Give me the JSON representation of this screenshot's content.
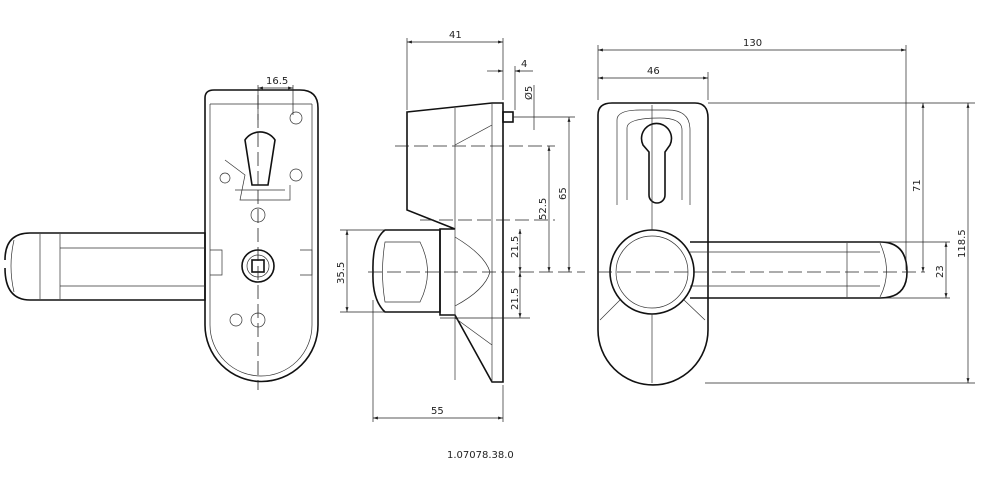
{
  "drawing": {
    "part_number": "1.07078.38.0",
    "back_view": {
      "dims": {
        "cylinder_offset": "16.5"
      }
    },
    "side_view": {
      "dims": {
        "depth": "41",
        "pin_length": "4",
        "pin_diameter": "Ø5",
        "center_to_cylinder": "52.5",
        "center_to_pin": "65",
        "upper_half": "21.5",
        "lower_half": "21.5",
        "knob_height": "35.5",
        "total_depth": "55"
      }
    },
    "front_view": {
      "dims": {
        "total_width": "130",
        "plate_width": "46",
        "center_to_top": "71",
        "total_height": "118.5",
        "lever_height": "23"
      }
    }
  }
}
